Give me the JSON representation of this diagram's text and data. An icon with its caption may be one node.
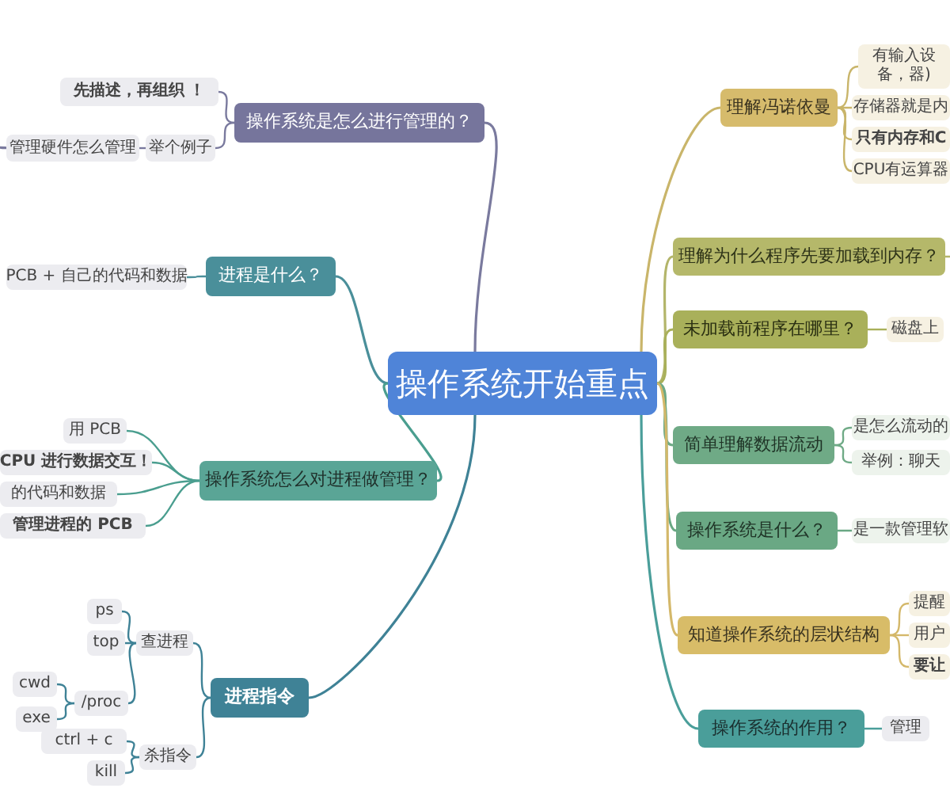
{
  "diagram": {
    "nodes": [
      {
        "text": [
          "操作系统开始重点"
        ]
      },
      {
        "text": [
          "操作系统是怎么进行管理的？"
        ]
      },
      {
        "text": [
          "先描述，再组织 ！"
        ]
      },
      {
        "text": [
          "举个例子"
        ]
      },
      {
        "text": [
          "管理硬件怎么管理"
        ]
      },
      {
        "text": [
          "进程是什么？"
        ]
      },
      {
        "text": [
          "PCB + 自己的代码和数据"
        ]
      },
      {
        "text": [
          "操作系统怎么对进程做管理？"
        ]
      },
      {
        "text": [
          "用 PCB"
        ]
      },
      {
        "text": [
          "CPU 进行数据交互！"
        ]
      },
      {
        "text": [
          "的代码和数据"
        ]
      },
      {
        "text": [
          "管理进程的 PCB"
        ]
      },
      {
        "text": [
          "进程指令"
        ]
      },
      {
        "text": [
          "查进程"
        ]
      },
      {
        "text": [
          "ps"
        ]
      },
      {
        "text": [
          "top"
        ]
      },
      {
        "text": [
          "/proc"
        ]
      },
      {
        "text": [
          "cwd"
        ]
      },
      {
        "text": [
          "exe"
        ]
      },
      {
        "text": [
          "杀指令"
        ]
      },
      {
        "text": [
          "ctrl + c"
        ]
      },
      {
        "text": [
          "kill"
        ]
      },
      {
        "text": [
          "理解冯诺依曼"
        ]
      },
      {
        "text": [
          "有输入设备，器)"
        ]
      },
      {
        "text": [
          "存储器就是内"
        ]
      },
      {
        "text": [
          "只有内存和C"
        ]
      },
      {
        "text": [
          "CPU有运算器"
        ]
      },
      {
        "text": [
          "理解为什么程序先要加载到内存？"
        ]
      },
      {
        "text": [
          "未加载前程序在哪里？"
        ]
      },
      {
        "text": [
          "磁盘上"
        ]
      },
      {
        "text": [
          "简单理解数据流动"
        ]
      },
      {
        "text": [
          "是怎么流动的"
        ]
      },
      {
        "text": [
          "举例：聊天"
        ]
      },
      {
        "text": [
          "操作系统是什么？"
        ]
      },
      {
        "text": [
          "是一款管理软"
        ]
      },
      {
        "text": [
          "知道操作系统的层状结构"
        ]
      },
      {
        "text": [
          "提醒"
        ]
      },
      {
        "text": [
          "用户"
        ]
      },
      {
        "text": [
          "要让"
        ]
      },
      {
        "text": [
          "操作系统的作用？"
        ]
      },
      {
        "text": [
          "管理"
        ]
      }
    ],
    "edges": [
      {
        "from": 0,
        "to": 1,
        "arrow": "none",
        "color": "#7a7a9e"
      },
      {
        "from": 1,
        "to": 2,
        "arrow": "none",
        "color": "#7a7a9e"
      },
      {
        "from": 1,
        "to": 3,
        "arrow": "none",
        "color": "#7a7a9e"
      },
      {
        "from": 3,
        "to": 4,
        "arrow": "none",
        "color": "#7a7a9e"
      },
      {
        "from": 4,
        "to": null,
        "arrow": "none",
        "color": "#7a7a9e"
      },
      {
        "from": 0,
        "to": 5,
        "arrow": "none",
        "color": "#4a8f9a"
      },
      {
        "from": 5,
        "to": 6,
        "arrow": "none",
        "color": "#4a8f9a"
      },
      {
        "from": 0,
        "to": 7,
        "arrow": "none",
        "color": "#4a9e8f"
      },
      {
        "from": 7,
        "to": 8,
        "arrow": "none",
        "color": "#4a9e8f"
      },
      {
        "from": 7,
        "to": 9,
        "arrow": "none",
        "color": "#4a9e8f"
      },
      {
        "from": 7,
        "to": 10,
        "arrow": "none",
        "color": "#4a9e8f"
      },
      {
        "from": 7,
        "to": 11,
        "arrow": "none",
        "color": "#4a9e8f"
      },
      {
        "from": 0,
        "to": 12,
        "arrow": "none",
        "color": "#3f8296"
      },
      {
        "from": 12,
        "to": 13,
        "arrow": "none",
        "color": "#3f8296"
      },
      {
        "from": 12,
        "to": 19,
        "arrow": "none",
        "color": "#3f8296"
      },
      {
        "from": 13,
        "to": 14,
        "arrow": "none",
        "color": "#3f8296"
      },
      {
        "from": 13,
        "to": 15,
        "arrow": "none",
        "color": "#3f8296"
      },
      {
        "from": 13,
        "to": 16,
        "arrow": "none",
        "color": "#3f8296"
      },
      {
        "from": 16,
        "to": 17,
        "arrow": "none",
        "color": "#3f8296"
      },
      {
        "from": 16,
        "to": 18,
        "arrow": "none",
        "color": "#3f8296"
      },
      {
        "from": 19,
        "to": 20,
        "arrow": "none",
        "color": "#3f8296"
      },
      {
        "from": 19,
        "to": 21,
        "arrow": "none",
        "color": "#3f8296"
      },
      {
        "from": 0,
        "to": 22,
        "arrow": "none",
        "color": "#c9b56a"
      },
      {
        "from": 22,
        "to": 23,
        "arrow": "none",
        "color": "#c9b56a"
      },
      {
        "from": 22,
        "to": 24,
        "arrow": "none",
        "color": "#c9b56a"
      },
      {
        "from": 22,
        "to": 25,
        "arrow": "none",
        "color": "#c9b56a"
      },
      {
        "from": 22,
        "to": 26,
        "arrow": "none",
        "color": "#c9b56a"
      },
      {
        "from": 0,
        "to": 27,
        "arrow": "none",
        "color": "#b3b56a"
      },
      {
        "from": 27,
        "to": null,
        "arrow": "none",
        "color": "#b3b56a"
      },
      {
        "from": 0,
        "to": 28,
        "arrow": "none",
        "color": "#a9b05a"
      },
      {
        "from": 28,
        "to": 29,
        "arrow": "none",
        "color": "#a9b05a"
      },
      {
        "from": 0,
        "to": 30,
        "arrow": "none",
        "color": "#6faa86"
      },
      {
        "from": 30,
        "to": 31,
        "arrow": "none",
        "color": "#6faa86"
      },
      {
        "from": 30,
        "to": 32,
        "arrow": "none",
        "color": "#6faa86"
      },
      {
        "from": 0,
        "to": 33,
        "arrow": "none",
        "color": "#6aa884"
      },
      {
        "from": 33,
        "to": 34,
        "arrow": "none",
        "color": "#6aa884"
      },
      {
        "from": 0,
        "to": 35,
        "arrow": "none",
        "color": "#d4b86a"
      },
      {
        "from": 35,
        "to": 36,
        "arrow": "none",
        "color": "#d4b86a"
      },
      {
        "from": 35,
        "to": 37,
        "arrow": "none",
        "color": "#d4b86a"
      },
      {
        "from": 35,
        "to": 38,
        "arrow": "none",
        "color": "#d4b86a"
      },
      {
        "from": 0,
        "to": 39,
        "arrow": "none",
        "color": "#4a9e9a"
      },
      {
        "from": 39,
        "to": 40,
        "arrow": "none",
        "color": "#4a9e9a"
      }
    ]
  }
}
